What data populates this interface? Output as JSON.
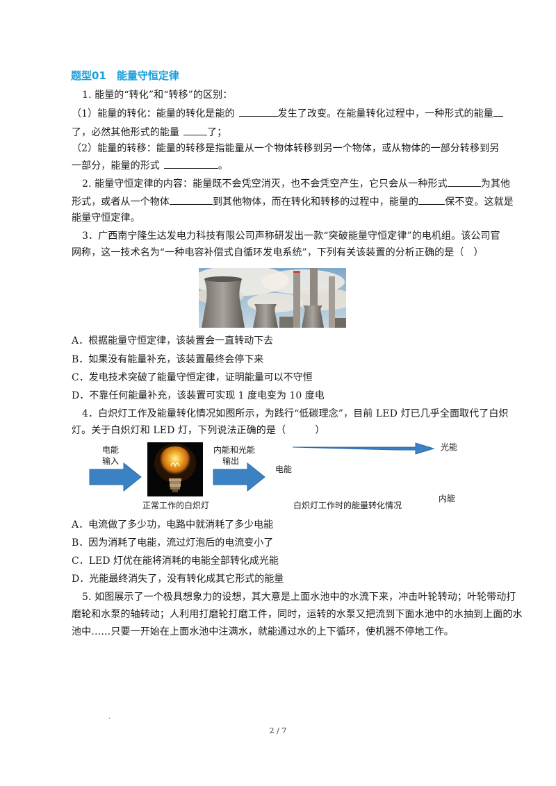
{
  "section_title": "题型01　能量守恒定律",
  "q1": {
    "intro": "1. 能量的“转化”和“转移”的区别：",
    "p1a": "（1）能量的转化：能量的转化是能的",
    "p1b": "发生了改变。在能量转化过程中，一种形式的能量",
    "p1c": "了，必然其他形式的能量",
    "p1d": "了；",
    "p2a": "（2）能量的转移：能量的转移是指能量从一个物体转移到另一个物体，或从物体的一部分转移到另",
    "p2b": "一部分，能量的形式",
    "p2c": "。"
  },
  "q2": {
    "l1a": "2. 能量守恒定律的内容：能量既不会凭空消灭，也不会凭空产生，它只会从一种形式",
    "l1b": "为其他",
    "l2a": "形式，或者从一个物体",
    "l2b": "到其他物体，而在转化和转移的过程中，能量的",
    "l2c": "保不变。这就是",
    "l3": "能量守恒定律。"
  },
  "q3": {
    "l1": "3．广西南宁隆生达发电力科技有限公司声称研发出一款“突破能量守恒定律”的电机组。该公司官",
    "l2": "网称，这一技术名为“一种电容补偿式自循环发电系统”，下列有关该装置的分析正确的是（　）",
    "options": [
      "A．根据能量守恒定律，该装置会一直转动下去",
      "B．如果没有能量补充，该装置最终会停下来",
      "C．发电技术突破了能量守恒定律，证明能量可以不守恒",
      "D．不靠任何能量补充，该装置可实现 1 度电变为 10 度电"
    ]
  },
  "q4": {
    "l1": "4．白炽灯工作及能量转化情况如图所示，为践行“低碳理念”，目前 LED 灯已几乎全面取代了白炽",
    "l2": "灯。关于白炽灯和 LED 灯，下列说法正确的是（　　　）",
    "figure": {
      "input_label_1": "电能",
      "input_label_2": "输入",
      "output_label_1": "内能和光能",
      "output_label_2": "输出",
      "bulb_caption": "正常工作的白炽灯",
      "flow_source": "电能",
      "flow_light": "光能",
      "flow_heat": "内能",
      "flow_caption": "白炽灯工作时的能量转化情况",
      "arrow_color": "#3b82c4"
    },
    "options": [
      "A．电流做了多少功，电路中就消耗了多少电能",
      "B．因为消耗了电能，流过灯泡后的电流变小了",
      "C．LED 灯优在能将消耗的电能全部转化成光能",
      "D．光能最终消失了，没有转化成其它形式的能量"
    ]
  },
  "q5": {
    "l1": "5. 如图展示了一个极具想象力的设想，其大意是上面水池中的水流下来，冲击叶轮转动；叶轮带动打",
    "l2": "磨轮和水泵的轴转动；人利用打磨轮打磨工件，同时，运转的水泵又把流到下面水池中的水抽到上面的水",
    "l3": "池中……只要一开始在上面水池中注满水，就能通过水的上下循环，使机器不停地工作。"
  },
  "footer": {
    "dot": ".",
    "page": "2 / 7"
  }
}
